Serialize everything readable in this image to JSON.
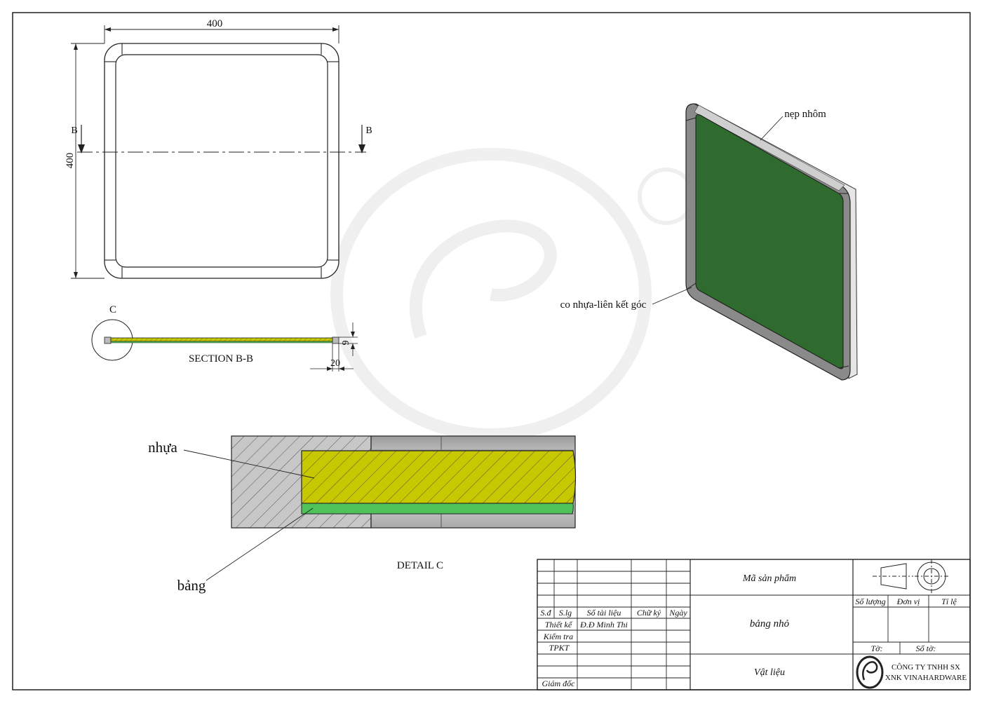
{
  "top_view": {
    "width_dim": "400",
    "height_dim": "400",
    "section_mark_left": "B",
    "section_mark_right": "B"
  },
  "section": {
    "detail_circle_label": "C",
    "title": "SECTION B-B",
    "dim_thickness": "9",
    "dim_width": "20"
  },
  "iso_view": {
    "label_frame": "nẹp nhôm",
    "label_corner": "co nhựa-liên kết góc"
  },
  "detail": {
    "title": "DETAIL C",
    "label_plastic": "nhựa",
    "label_board": "bảng"
  },
  "title_block": {
    "headers": [
      "S.đ",
      "S.lg",
      "Số tài liệu",
      "Chữ ký",
      "Ngày"
    ],
    "roles": [
      "Thiết kế",
      "Kiểm tra",
      "TPKT",
      "Giám đốc"
    ],
    "designer_name": "Đ.Đ Minh Thi",
    "product_code_label": "Mã sản phẩm",
    "product_name": "bảng nhỏ",
    "material_label": "Vật liệu",
    "quantity_label": "Số lượng",
    "unit_label": "Đơn vị",
    "scale_label": "Tỉ lệ",
    "sheet_label": "Tờ:",
    "sheets_label": "Số tờ:",
    "company_line1": "CÔNG TY TNHH SX",
    "company_line2": "XNK VINAHARDWARE"
  },
  "colors": {
    "board_green": "#2f6b2f",
    "plastic_yellow": "#c8c800",
    "board_layer_green": "#4fc25a",
    "frame_grey": "#8a8a8a"
  }
}
